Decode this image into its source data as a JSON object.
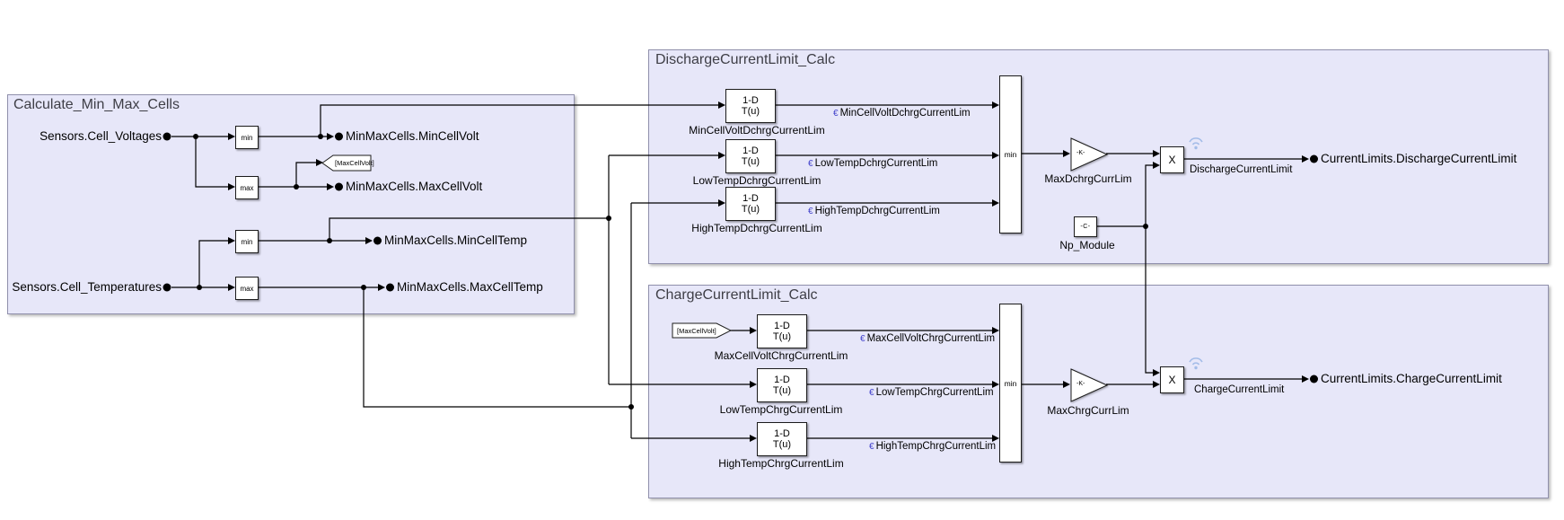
{
  "left": {
    "title": "Calculate_Min_Max_Cells",
    "inports": {
      "voltages": "Sensors.Cell_Voltages",
      "temperatures": "Sensors.Cell_Temperatures"
    },
    "min_block": "min",
    "max_block": "max",
    "outports": {
      "min_cell_volt": "MinMaxCells.MinCellVolt",
      "max_cell_volt": "MinMaxCells.MaxCellVolt",
      "min_cell_temp": "MinMaxCells.MinCellTemp",
      "max_cell_temp": "MinMaxCells.MaxCellTemp"
    },
    "goto_tag": "[MaxCellVolt]"
  },
  "discharge": {
    "title": "DischargeCurrentLimit_Calc",
    "lookups": [
      {
        "name": "MinCellVoltDchrgCurrentLim",
        "signal": "MinCellVoltDchrgCurrentLim"
      },
      {
        "name": "LowTempDchrgCurrentLim",
        "signal": "LowTempDchrgCurrentLim"
      },
      {
        "name": "HighTempDchrgCurrentLim",
        "signal": "HighTempDchrgCurrentLim"
      }
    ],
    "minmax_block": "min",
    "gain_text": "-K-",
    "gain_name": "MaxDchrgCurrLim",
    "product_text": "X",
    "const_text": "-C-",
    "const_name": "Np_Module",
    "out_signal": "DischargeCurrentLimit",
    "outport": "CurrentLimits.DischargeCurrentLimit"
  },
  "charge": {
    "title": "ChargeCurrentLimit_Calc",
    "from_tag": "[MaxCellVolt]",
    "lookups": [
      {
        "name": "MaxCellVoltChrgCurrentLim",
        "signal": "MaxCellVoltChrgCurrentLim"
      },
      {
        "name": "LowTempChrgCurrentLim",
        "signal": "LowTempChrgCurrentLim"
      },
      {
        "name": "HighTempChrgCurrentLim",
        "signal": "HighTempChrgCurrentLim"
      }
    ],
    "minmax_block": "min",
    "gain_text": "-K-",
    "gain_name": "MaxChrgCurrLim",
    "product_text": "X",
    "out_signal": "ChargeCurrentLimit",
    "outport": "CurrentLimits.ChargeCurrentLimit"
  },
  "lookup_block": {
    "line1": "1-D",
    "line2": "T(u)"
  },
  "icons": {
    "signal_label_icon": "€"
  },
  "colors": {
    "subsystem_fill": "#e7e7f9",
    "subsystem_border": "#9090ac",
    "wire": "#000000",
    "signal_icon": "#4444cc",
    "logging_badge": "#a3bce8",
    "title_text": "#3e3e46"
  }
}
